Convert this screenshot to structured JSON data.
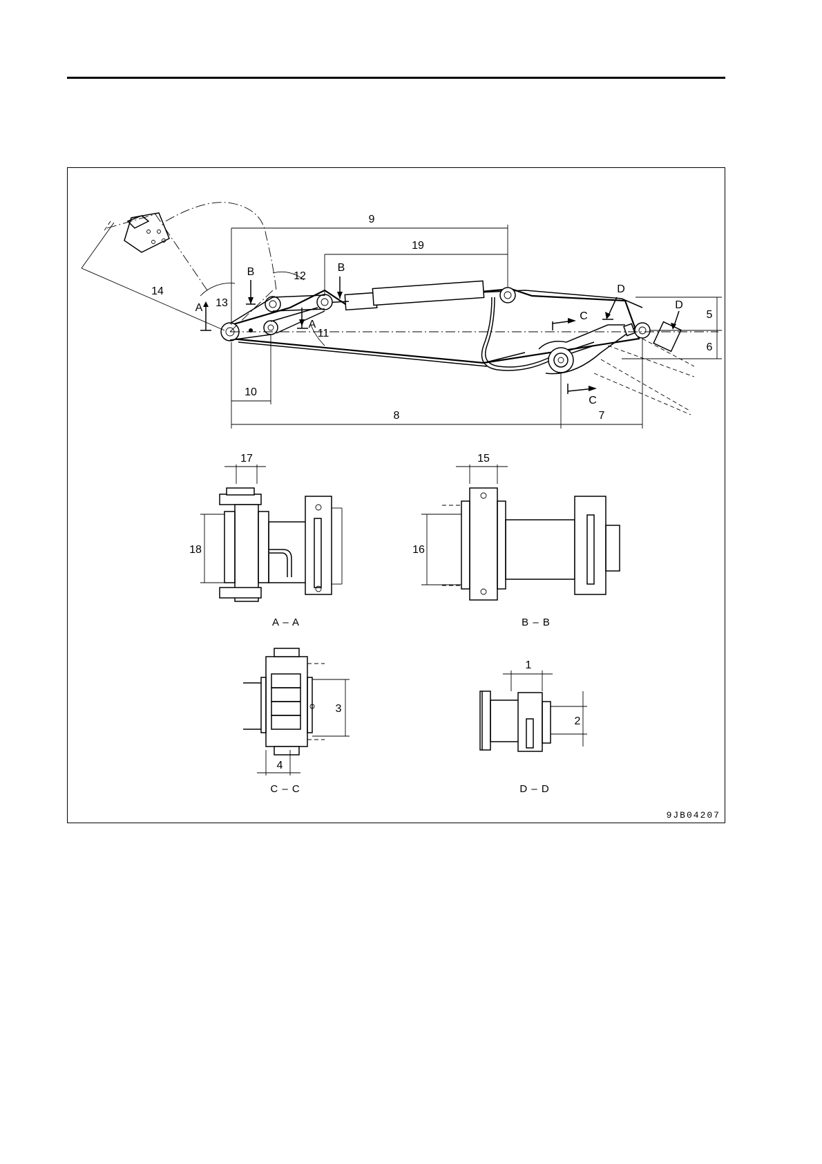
{
  "dimension_labels": {
    "d1": "1",
    "d2": "2",
    "d3": "3",
    "d4": "4",
    "d5": "5",
    "d6": "6",
    "d7": "7",
    "d8": "8",
    "d9": "9",
    "d10": "10",
    "d11": "11",
    "d12": "12",
    "d13": "13",
    "d14": "14",
    "d15": "15",
    "d16": "16",
    "d17": "17",
    "d18": "18",
    "d19": "19"
  },
  "section_markers": {
    "a": "A",
    "b": "B",
    "c": "C",
    "d": "D"
  },
  "section_views": {
    "aa": "A – A",
    "bb": "B – B",
    "cc": "C – C",
    "dd": "D – D"
  },
  "drawing_code": "9JB04207"
}
